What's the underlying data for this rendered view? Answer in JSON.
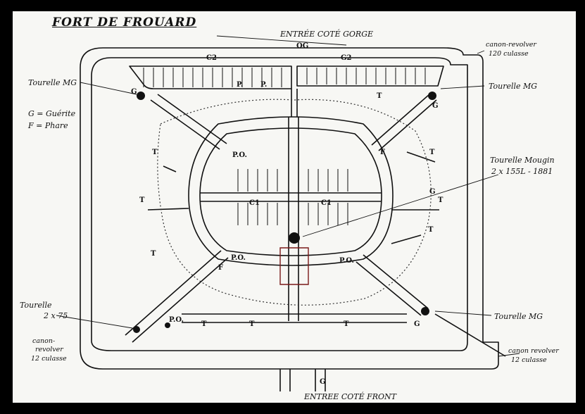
{
  "title": "FORT DE FROUARD",
  "entrances": {
    "gorge": "ENTRÉE COTÉ GORGE",
    "front": "ENTREE COTÉ FRONT"
  },
  "legend": {
    "g": "G = Guérite",
    "f": "F = Phare"
  },
  "callouts": {
    "tourelle_mg_top_left": "Tourelle MG",
    "tourelle_mg_top_right": "Tourelle MG",
    "tourelle_mg_bottom_right": "Tourelle MG",
    "canon_revolver_top_right_1": "canon-revolver",
    "canon_revolver_top_right_2": "120 culasse",
    "tourelle_mougin_1": "Tourelle Mougin",
    "tourelle_mougin_2": "2 x 155L - 1881",
    "tourelle_75_1": "Tourelle",
    "tourelle_75_2": "2 x 75",
    "canon_revolver_left_1": "canon-",
    "canon_revolver_left_2": "revolver",
    "canon_revolver_left_3": "12 culasse",
    "canon_revolver_bottom_right_1": "canon revolver",
    "canon_revolver_bottom_right_2": "12 culasse"
  },
  "marks": {
    "og": "OG",
    "c2_left": "C2",
    "c2_right": "G2",
    "p1": "P.",
    "p2": "P.",
    "c1_left": "C1",
    "c1_right": "C1",
    "po_top": "P.O.",
    "po_left": "P.O.",
    "po_right": "P.O.",
    "po_bottom": "P.O.",
    "g": "G",
    "f": "F",
    "t": "T"
  },
  "colors": {
    "paper": "#f7f7f4",
    "ink": "#111111",
    "frame": "#000000",
    "accent": "#7a1a1a"
  }
}
